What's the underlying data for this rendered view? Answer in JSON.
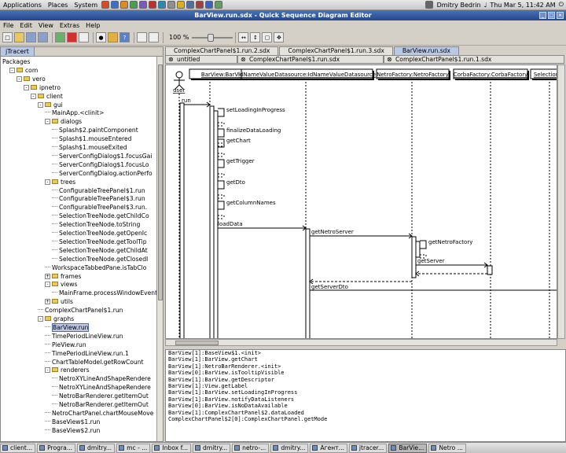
{
  "system_bar": {
    "menus": [
      "Applications",
      "Places",
      "System"
    ],
    "user": "Dmitry Bedrin",
    "clock": "Thu Mar  5, 11:42 AM"
  },
  "window": {
    "title": "BarView.run.sdx - Quick Sequence Diagram Editor"
  },
  "menu": [
    "File",
    "Edit",
    "View",
    "Extras",
    "Help"
  ],
  "toolbar": {
    "zoom": "100 %",
    "zoom_level": 0.45
  },
  "left_panel": {
    "tab": "jTracert",
    "tree": [
      {
        "label": "Packages",
        "d": 0,
        "t": "root"
      },
      {
        "label": "com",
        "d": 1,
        "t": "open"
      },
      {
        "label": "vero",
        "d": 2,
        "t": "open"
      },
      {
        "label": "ipnetro",
        "d": 3,
        "t": "open"
      },
      {
        "label": "client",
        "d": 4,
        "t": "open"
      },
      {
        "label": "gui",
        "d": 5,
        "t": "open"
      },
      {
        "label": "MainApp.<clinit>",
        "d": 6,
        "t": "leaf"
      },
      {
        "label": "dialogs",
        "d": 6,
        "t": "open"
      },
      {
        "label": "Splash$2.paintComponent",
        "d": 7,
        "t": "leaf"
      },
      {
        "label": "Splash$1.mouseEntered",
        "d": 7,
        "t": "leaf"
      },
      {
        "label": "Splash$1.mouseExited",
        "d": 7,
        "t": "leaf"
      },
      {
        "label": "ServerConfigDialog$1.focusGai",
        "d": 7,
        "t": "leaf"
      },
      {
        "label": "ServerConfigDialog$1.focusLo",
        "d": 7,
        "t": "leaf"
      },
      {
        "label": "ServerConfigDialog.actionPerfo",
        "d": 7,
        "t": "leaf"
      },
      {
        "label": "trees",
        "d": 6,
        "t": "open"
      },
      {
        "label": "ConfigurableTreePanel$1.run",
        "d": 7,
        "t": "leaf"
      },
      {
        "label": "ConfigurableTreePanel$3.run",
        "d": 7,
        "t": "leaf"
      },
      {
        "label": "ConfigurableTreePanel$3.run.",
        "d": 7,
        "t": "leaf"
      },
      {
        "label": "SelectionTreeNode.getChildCo",
        "d": 7,
        "t": "leaf"
      },
      {
        "label": "SelectionTreeNode.toString",
        "d": 7,
        "t": "leaf"
      },
      {
        "label": "SelectionTreeNode.getOpenIc",
        "d": 7,
        "t": "leaf"
      },
      {
        "label": "SelectionTreeNode.getToolTip",
        "d": 7,
        "t": "leaf"
      },
      {
        "label": "SelectionTreeNode.getChildAt",
        "d": 7,
        "t": "leaf"
      },
      {
        "label": "SelectionTreeNode.getClosedI",
        "d": 7,
        "t": "leaf"
      },
      {
        "label": "WorkspaceTabbedPane.isTabClo",
        "d": 6,
        "t": "leaf"
      },
      {
        "label": "frames",
        "d": 6,
        "t": "closed"
      },
      {
        "label": "views",
        "d": 6,
        "t": "open"
      },
      {
        "label": "MainFrame.processWindowEvent",
        "d": 7,
        "t": "leaf"
      },
      {
        "label": "utils",
        "d": 6,
        "t": "closed"
      },
      {
        "label": "ComplexChartPanel$1.run",
        "d": 5,
        "t": "leaf"
      },
      {
        "label": "graphs",
        "d": 5,
        "t": "open"
      },
      {
        "label": "BarView.run",
        "d": 6,
        "t": "leaf",
        "sel": true
      },
      {
        "label": "TimePeriodLineView.run",
        "d": 6,
        "t": "leaf"
      },
      {
        "label": "PieView.run",
        "d": 6,
        "t": "leaf"
      },
      {
        "label": "TimePeriodLineView.run.1",
        "d": 6,
        "t": "leaf"
      },
      {
        "label": "ChartTableModel.getRowCount",
        "d": 6,
        "t": "leaf"
      },
      {
        "label": "renderers",
        "d": 6,
        "t": "open"
      },
      {
        "label": "NetroXYLineAndShapeRendere",
        "d": 7,
        "t": "leaf"
      },
      {
        "label": "NetroXYLineAndShapeRendere",
        "d": 7,
        "t": "leaf"
      },
      {
        "label": "NetroBarRenderer.getItemOut",
        "d": 7,
        "t": "leaf"
      },
      {
        "label": "NetroBarRenderer.getItemOut",
        "d": 7,
        "t": "leaf"
      },
      {
        "label": "NetroChartPanel.chartMouseMove",
        "d": 6,
        "t": "leaf"
      },
      {
        "label": "BaseView$1.run",
        "d": 6,
        "t": "leaf"
      },
      {
        "label": "BaseView$2.run",
        "d": 6,
        "t": "leaf"
      }
    ]
  },
  "doc_tabs": [
    "ComplexChartPanel$1.run.2.sdx",
    "ComplexChartPanel$1.run.3.sdx",
    "BarView.run.sdx"
  ],
  "doc_tab_active": 2,
  "sub_tabs": [
    "untitled",
    "ComplexChartPanel$1.run.sdx",
    "ComplexChartPanel$1.run.1.sdx"
  ],
  "diagram": {
    "actor": "user",
    "objects": [
      "BarView:BarView",
      "IdNameValueDatasource:IdNameValueDatasource",
      "NetroFactory:NetroFactory",
      "CorbaFactory:CorbaFactory",
      "Selection"
    ],
    "messages": [
      "run",
      "setLoadingInProgress",
      "finalizeDataLoading",
      "getChart",
      "getTrigger",
      "getDto",
      "getColumnNames",
      "loadData",
      "getNetroServer",
      "getNetroFactory",
      "getServer",
      "getServerDto"
    ]
  },
  "log": [
    "BarView[1]:BaseView$1.<init>",
    "BarView[1]:BarView.getChart",
    "BarView[1]:NetroBarRenderer.<init>",
    "BarView[0]:BarView.isTooltipVisible",
    "BarView[1]:BarView.getDescriptor",
    "BarView[1]:View.getLabel",
    "BarView[1]:BarView.setLoadingInProgress",
    "BarView[1]:BarView.notifyDataListeners",
    "BarView[0]:BarView.isNoDataAvailable",
    "BarView[1]:ComplexChartPanel$2.dataLoaded",
    "ComplexChartPanel$2[0]:ComplexChartPanel.getMode"
  ],
  "taskbar": [
    "client...",
    "Progra...",
    "dmitry...",
    "mc - ...",
    "Inbox f...",
    "dmitry...",
    "netro-...",
    "dmitry...",
    "Агент...",
    "jtracer...",
    "BarVie...",
    "Netro ..."
  ],
  "taskbar_active": 10
}
